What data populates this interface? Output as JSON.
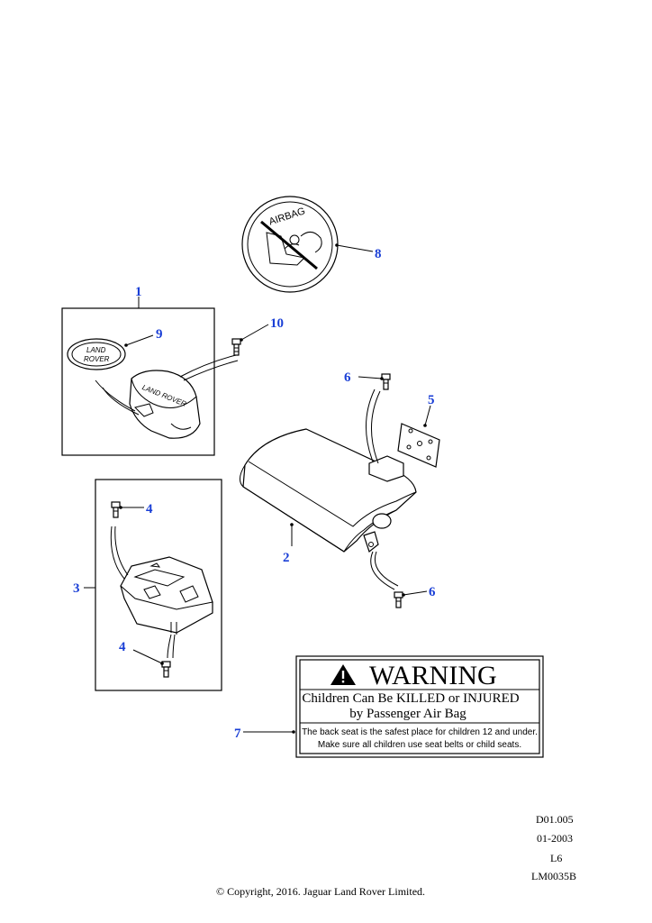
{
  "callouts": {
    "c1": "1",
    "c2": "2",
    "c3": "3",
    "c4a": "4",
    "c4b": "4",
    "c5": "5",
    "c6a": "6",
    "c6b": "6",
    "c7": "7",
    "c8": "8",
    "c9": "9",
    "c10": "10"
  },
  "airbag_badge": {
    "text": "AIRBAG"
  },
  "logo": {
    "line1": "LAND",
    "line2": "ROVER"
  },
  "cover_text": "LAND ROVER",
  "warning_label": {
    "heading": "WARNING",
    "line1": "Children Can Be KILLED or INJURED",
    "line2": "by Passenger Air Bag",
    "line3": "The back seat is the safest place for children 12 and under.",
    "line4": "Make sure all children use seat belts or child seats."
  },
  "reference": {
    "code": "D01.005",
    "date": "01-2003",
    "page": "L6",
    "drawing": "LM0035B"
  },
  "copyright": "© Copyright, 2016. Jaguar Land Rover Limited.",
  "colors": {
    "callout": "#1a3fd6",
    "line": "#000000",
    "background": "#ffffff"
  }
}
